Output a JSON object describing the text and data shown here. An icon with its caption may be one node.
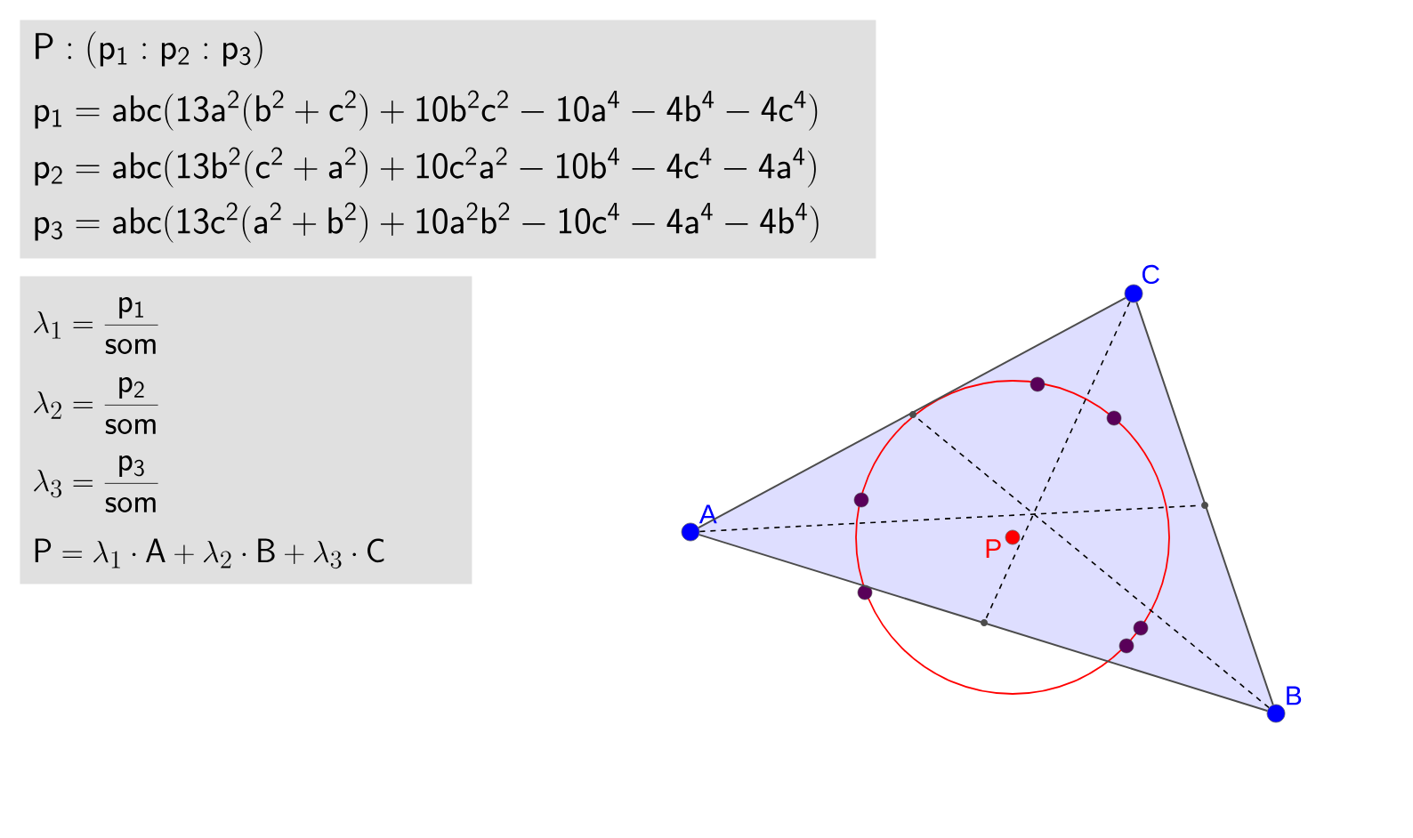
{
  "diagram": {
    "nodes": [
      {
        "text": [
          "\\mathsf{P:(p_1:p_2:p_3)}",
          "\\mathsf{p_1=abc(13a^2(b^2+c^2)+10b^2c^2-10a^4-4b^4-4c^4)}",
          "\\mathsf{p_2=abc(13b^2(c^2+a^2)+10c^2a^2-10b^4-4c^4-4a^4)}",
          "\\mathsf{p_3=abc(13c^2(a^2+b^2)+10a^2b^2-10c^4-4a^4-4b^4)}"
        ]
      },
      {
        "text": [
          "\\lambda_1=\\frac{\\mathsf{p_1}}{\\mathsf{som}}",
          "\\lambda_2=\\frac{\\mathsf{p_2}}{\\mathsf{som}}",
          "\\lambda_3=\\frac{\\mathsf{p_3}}{\\mathsf{som}}",
          "\\mathsf{P}=\\lambda_1\\cdot\\mathsf{A}+\\lambda_2\\cdot\\mathsf{B}+\\lambda_3\\cdot\\mathsf{C}"
        ]
      },
      {
        "text": [
          "A"
        ]
      },
      {
        "text": [
          "B"
        ]
      },
      {
        "text": [
          "C"
        ]
      },
      {
        "text": [
          "P"
        ]
      },
      {
        "text": [],
        "shape": "circle"
      },
      {
        "text": [],
        "shape": "circle"
      },
      {
        "text": [],
        "shape": "circle"
      }
    ],
    "edges": [
      {
        "from": 2,
        "to": 3,
        "arrow": "none"
      },
      {
        "from": 3,
        "to": 4,
        "arrow": "none"
      },
      {
        "from": 4,
        "to": 2,
        "arrow": "none"
      },
      {
        "from": 2,
        "to": 8,
        "arrow": "none",
        "style": "dashed"
      },
      {
        "from": 3,
        "to": 6,
        "arrow": "none",
        "style": "dashed"
      },
      {
        "from": 4,
        "to": 7,
        "arrow": "none",
        "style": "dashed"
      }
    ]
  }
}
